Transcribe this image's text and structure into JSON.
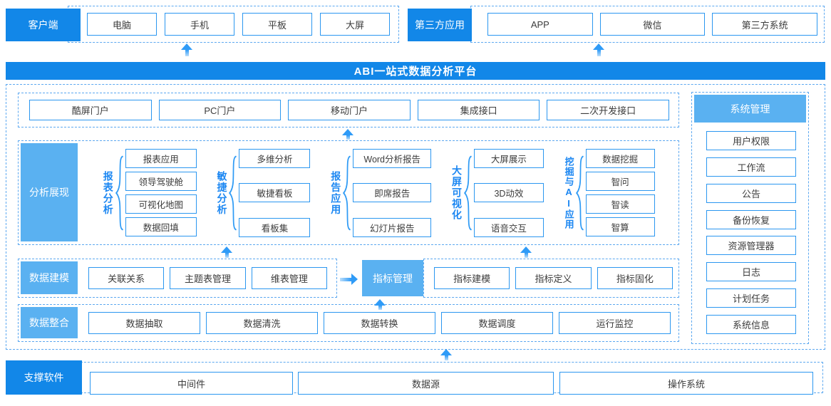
{
  "banner": {
    "title": "ABI一站式数据分析平台"
  },
  "client": {
    "label": "客户端",
    "items": [
      "电脑",
      "手机",
      "平板",
      "大屏"
    ]
  },
  "third_party": {
    "label": "第三方应用",
    "items": [
      "APP",
      "微信",
      "第三方系统"
    ]
  },
  "portal": {
    "items": [
      "酷屏门户",
      "PC门户",
      "移动门户",
      "集成接口",
      "二次开发接口"
    ]
  },
  "analysis": {
    "label": "分析展现",
    "groups": [
      {
        "title": "报表分析",
        "items": [
          "报表应用",
          "领导驾驶舱",
          "可视化地图",
          "数据回填"
        ]
      },
      {
        "title": "敏捷分析",
        "items": [
          "多维分析",
          "敏捷看板",
          "看板集"
        ]
      },
      {
        "title": "报告应用",
        "items": [
          "Word分析报告",
          "即席报告",
          "幻灯片报告"
        ]
      },
      {
        "title": "大屏可视化",
        "items": [
          "大屏展示",
          "3D动效",
          "语音交互"
        ]
      },
      {
        "title": "挖掘与AI应用",
        "items": [
          "数据挖掘",
          "智问",
          "智读",
          "智算"
        ]
      }
    ]
  },
  "modeling": {
    "label": "数据建模",
    "items": [
      "关联关系",
      "主题表管理",
      "维表管理"
    ],
    "highlight": "指标管理",
    "metric_items": [
      "指标建模",
      "指标定义",
      "指标固化"
    ]
  },
  "integration": {
    "label": "数据整合",
    "items": [
      "数据抽取",
      "数据清洗",
      "数据转换",
      "数据调度",
      "运行监控"
    ]
  },
  "system": {
    "title": "系统管理",
    "items": [
      "用户权限",
      "工作流",
      "公告",
      "备份恢复",
      "资源管理器",
      "日志",
      "计划任务",
      "系统信息"
    ]
  },
  "support": {
    "label": "支撑软件",
    "items": [
      "中间件",
      "数据源",
      "操作系统"
    ]
  },
  "icons": {
    "up_arrow": "↑",
    "right_arrow": "→",
    "brace": "{"
  },
  "colors": {
    "primary_blue": "#1287E8",
    "light_blue": "#5AB1F1",
    "box_border": "#2B97F0",
    "dashed_border": "#5CA8F0",
    "arrow": "#2F9BF7",
    "group_title_text": "#1C87F2",
    "box_text": "#3C3C3C"
  }
}
